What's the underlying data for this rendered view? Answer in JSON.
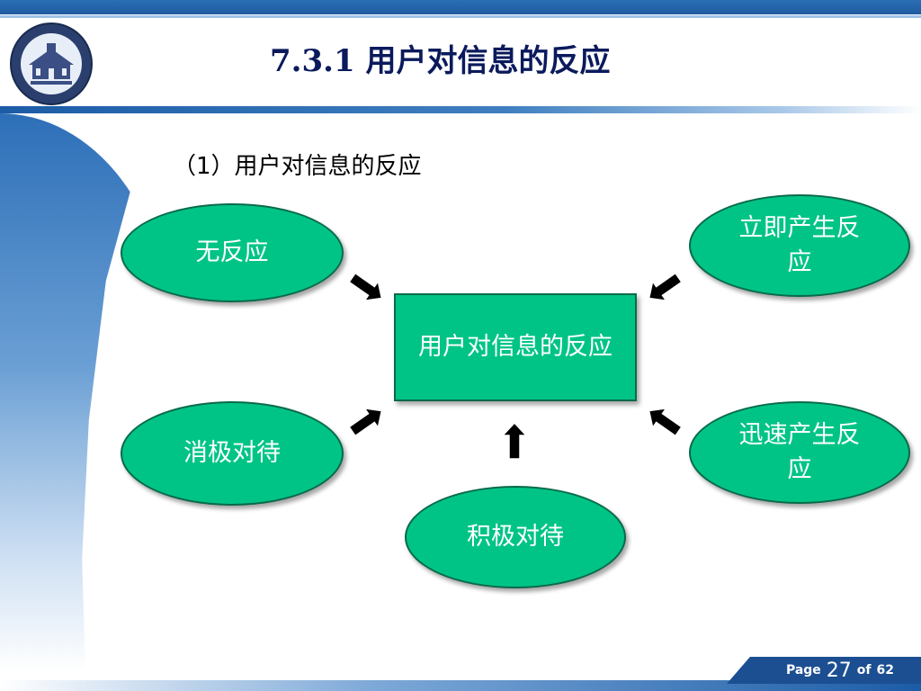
{
  "header": {
    "title": "7.3.1  用户对信息的反应"
  },
  "content": {
    "subtitle": "（1）用户对信息的反应"
  },
  "diagram": {
    "center": "用户对信息的反应",
    "nodes": {
      "top_left": "无反应",
      "top_right": "立即产生反应",
      "mid_left": "消极对待",
      "mid_right": "迅速产生反应",
      "bottom": "积极对待"
    }
  },
  "footer": {
    "page_label": "Page",
    "page_number": "27",
    "of_label": "of",
    "total_pages": "62"
  },
  "colors": {
    "node_fill": "#00c486",
    "node_border": "#0a6a4a",
    "title": "#0a1a5c",
    "accent_blue": "#1c5ca6"
  }
}
